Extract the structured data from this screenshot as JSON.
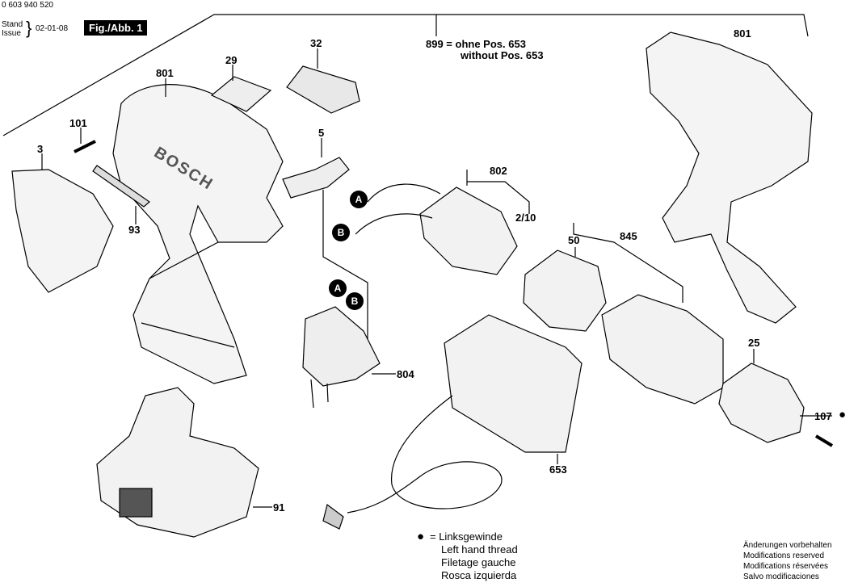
{
  "header": {
    "doc_number": "0 603 940 520",
    "stand_label": "Stand",
    "issue_label": "Issue",
    "date": "02-01-08",
    "fig_label": "Fig./Abb. 1"
  },
  "variant_note": {
    "line1": "899 = ohne Pos. 653",
    "line2": "without Pos. 653"
  },
  "brand_text": "BOSCH",
  "part_labels": {
    "p801_left": "801",
    "p801_right": "801",
    "p29": "29",
    "p32": "32",
    "p101": "101",
    "p5": "5",
    "p3": "3",
    "p93": "93",
    "p802": "802",
    "p2_10": "2/10",
    "p50": "50",
    "p845": "845",
    "p804": "804",
    "p25": "25",
    "p107": "107",
    "p653": "653",
    "p91": "91"
  },
  "wire_markers": {
    "a1": "A",
    "b1": "B",
    "a2": "A",
    "b2": "B"
  },
  "legend": {
    "bullet": "●",
    "line1": "= Linksgewinde",
    "line2": "Left hand thread",
    "line3": "Filetage gauche",
    "line4": "Rosca izquierda"
  },
  "modifications": {
    "line1": "Änderungen vorbehalten",
    "line2": "Modifications reserved",
    "line3": "Modifications réservées",
    "line4": "Salvo modificaciones"
  }
}
